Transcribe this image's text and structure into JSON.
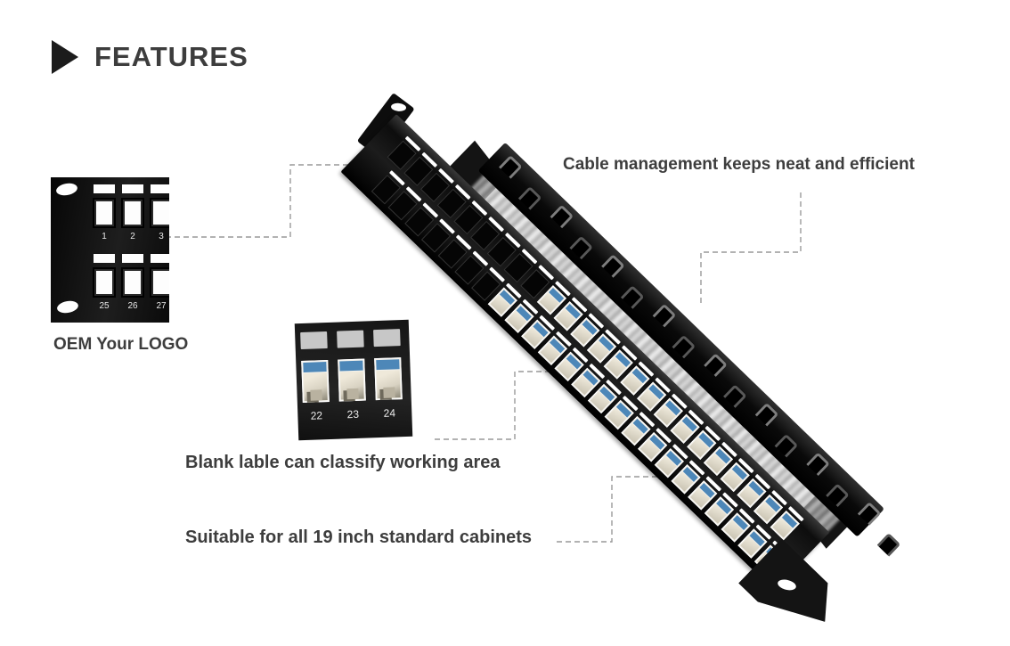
{
  "header": {
    "title": "FEATURES"
  },
  "features": {
    "cable_management": "Cable management keeps neat and efficient",
    "oem_logo": "OEM Your LOGO",
    "blank_label": "Blank lable can classify working area",
    "cabinets": "Suitable for all 19 inch standard cabinets"
  },
  "closeup_left": {
    "top_row_numbers": [
      "1",
      "2",
      "3"
    ],
    "bottom_row_numbers": [
      "25",
      "26",
      "27"
    ]
  },
  "closeup_middle": {
    "port_numbers": [
      "22",
      "23",
      "24"
    ]
  },
  "panel": {
    "columns": 24,
    "rows": [
      {
        "empty": 9
      },
      {
        "empty": 7
      }
    ],
    "hooks": 16
  },
  "colors": {
    "text": "#3d3d3d",
    "panel_black": "#121212",
    "jack_blue": "#4d87b8",
    "label_strip": "#ffffff",
    "blank_label": "#c7c7c7",
    "callout_line": "#999999"
  }
}
